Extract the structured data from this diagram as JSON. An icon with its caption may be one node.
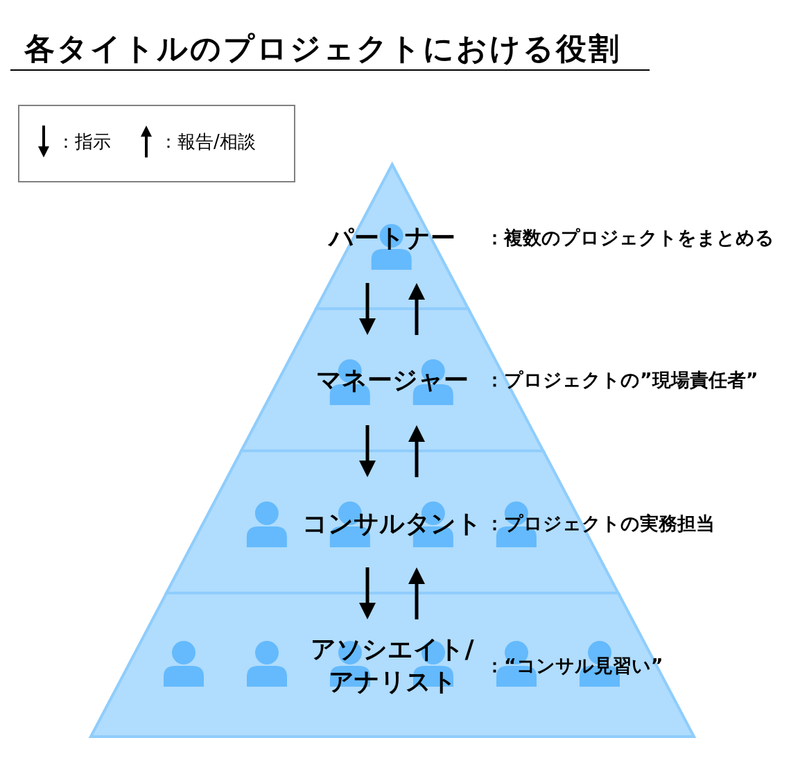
{
  "diagram": {
    "title": "各タイトルのプロジェクトにおける役割",
    "nodes": [
      {
        "text": [
          "パートナー"
        ],
        "beside": [
          "：複数のプロジェクトをまとめる"
        ]
      },
      {
        "text": [
          "マネージャー"
        ],
        "beside": [
          "：プロジェクトの”現場責任者”"
        ]
      },
      {
        "text": [
          "コンサルタント"
        ],
        "beside": [
          "：プロジェクトの実務担当"
        ]
      },
      {
        "text": [
          "アソシエイト/アナリスト",
          "：“コンサル見習い”"
        ]
      }
    ],
    "edges": [
      {
        "from": 0,
        "to": 1,
        "arrow": "to"
      },
      {
        "from": 1,
        "to": 0,
        "arrow": "to"
      },
      {
        "from": 1,
        "to": 2,
        "arrow": "to"
      },
      {
        "from": 2,
        "to": 1,
        "arrow": "to"
      },
      {
        "from": 2,
        "to": 3,
        "arrow": "to"
      },
      {
        "from": 3,
        "to": 2,
        "arrow": "to"
      }
    ],
    "legend": [
      {
        "text": "：指示"
      },
      {
        "text": "：報告/相談"
      }
    ]
  }
}
